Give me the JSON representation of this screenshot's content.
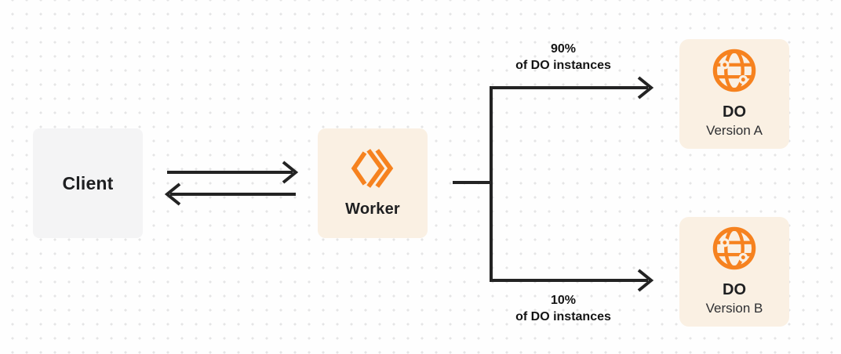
{
  "palette": {
    "orange": "#F6821F",
    "cream": "#FAF0E3",
    "gray_box": "#F4F4F5",
    "ink": "#1E1F21",
    "subtle_ink": "#2E2F32",
    "line": "#232323",
    "dot": "#E5E5E6",
    "bg": "#FEFEFE"
  },
  "nodes": {
    "client": {
      "label": "Client"
    },
    "worker": {
      "label": "Worker",
      "icon": "cloudflare-workers-logo-icon"
    },
    "do_version_a": {
      "title": "DO",
      "subtitle": "Version A",
      "icon": "durable-object-globe-icon"
    },
    "do_version_b": {
      "title": "DO",
      "subtitle": "Version B",
      "icon": "durable-object-globe-icon"
    }
  },
  "edges": {
    "client_to_worker": {
      "type": "arrow-right"
    },
    "worker_to_client": {
      "type": "arrow-left"
    },
    "worker_to_do_a": {
      "percent": "90%",
      "caption": "of DO instances"
    },
    "worker_to_do_b": {
      "percent": "10%",
      "caption": "of DO instances"
    }
  }
}
